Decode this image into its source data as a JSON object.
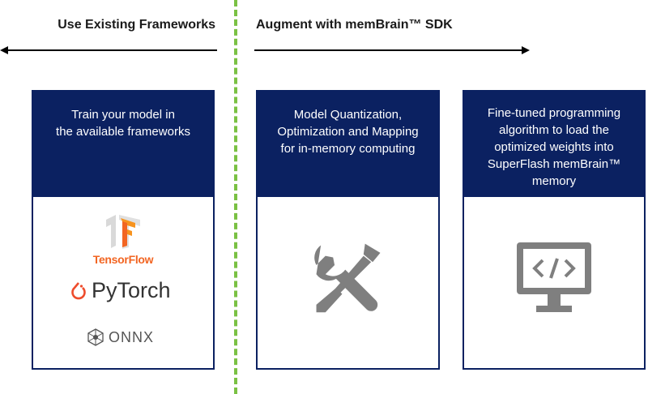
{
  "headers": {
    "left": "Use Existing Frameworks",
    "right": "Augment with memBrain™ SDK"
  },
  "cards": [
    {
      "title_lines": [
        "Train your model in",
        "the available frameworks"
      ],
      "logos": {
        "tensorflow": "TensorFlow",
        "pytorch": "PyTorch",
        "onnx": "ONNX"
      }
    },
    {
      "title_lines": [
        "Model Quantization,",
        "Optimization and Mapping",
        "for in-memory computing"
      ],
      "icon": "wrench-screwdriver-icon"
    },
    {
      "title_lines": [
        "Fine-tuned programming",
        "algorithm to load the",
        "optimized weights into",
        "SuperFlash memBrain™",
        "memory"
      ],
      "icon": "monitor-code-icon"
    }
  ],
  "colors": {
    "navy": "#0b2161",
    "divider_green": "#7ac143",
    "icon_gray": "#7f7f7f",
    "tensorflow_orange": "#f26522",
    "pytorch_orange": "#ee4c2c"
  }
}
